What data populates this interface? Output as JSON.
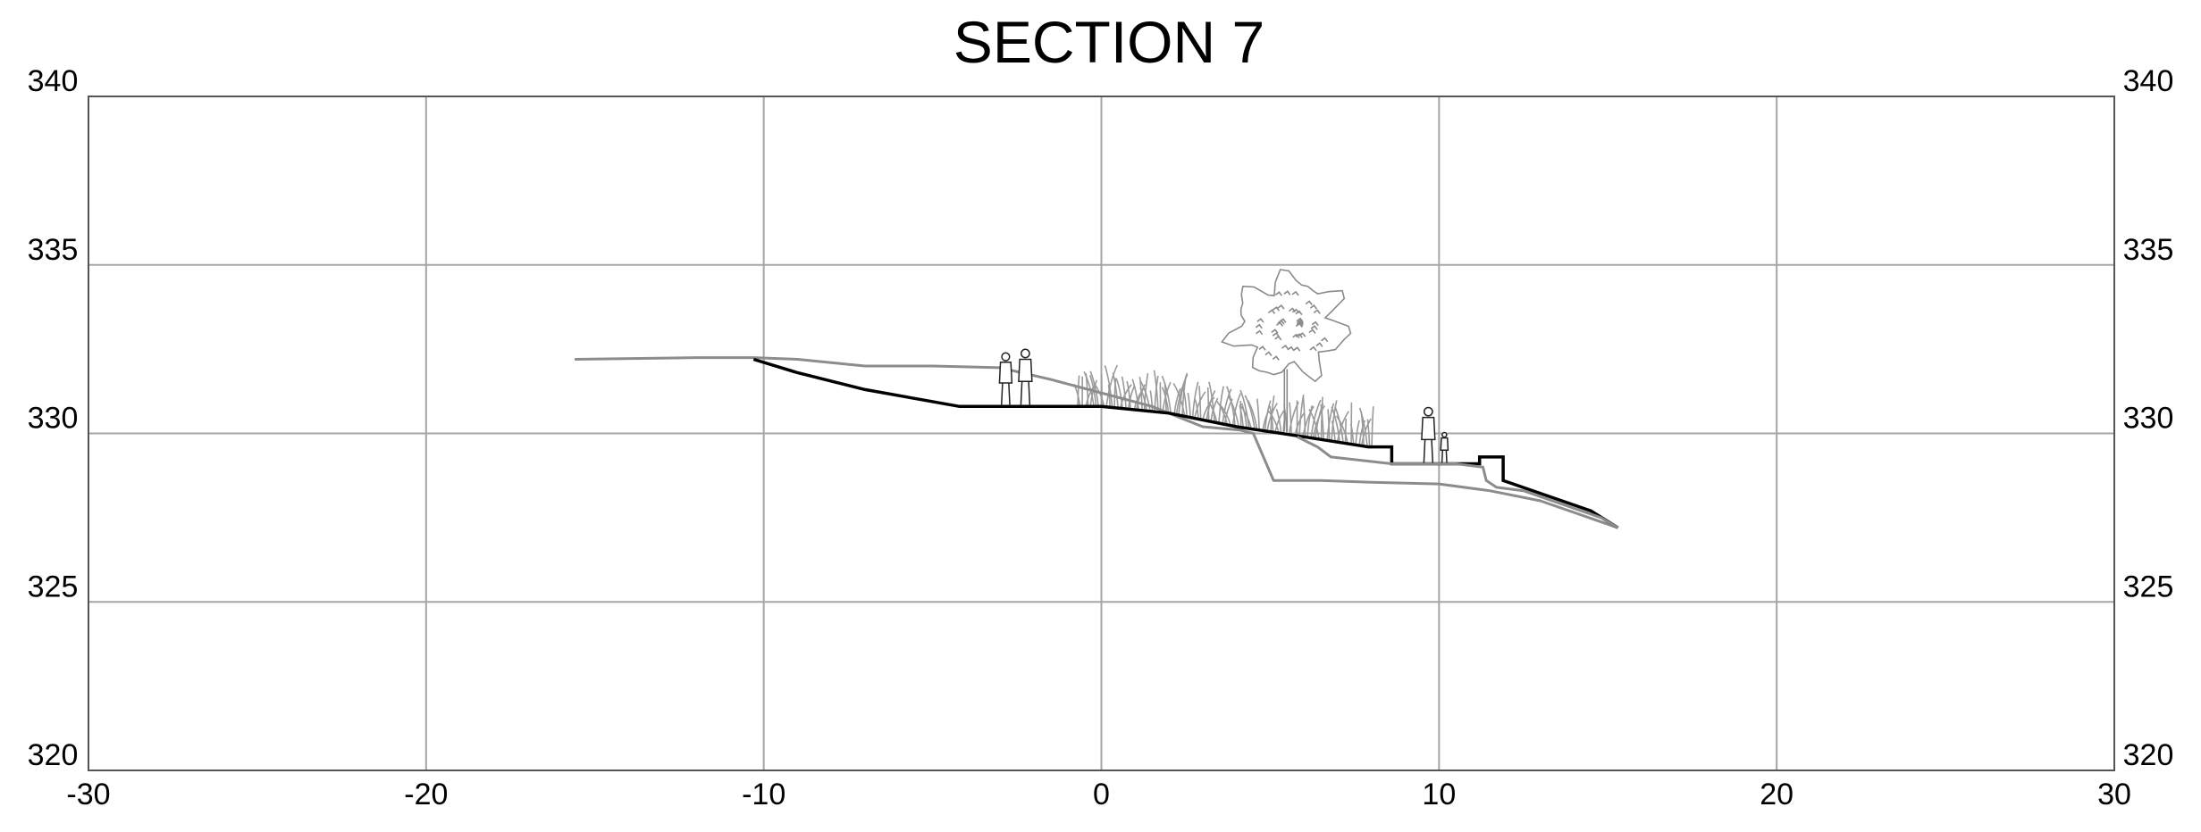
{
  "chart_data": {
    "type": "line",
    "title": "SECTION 7",
    "xlim": [
      -30,
      30
    ],
    "ylim": [
      320,
      340
    ],
    "x_ticks": [
      -30,
      -20,
      -10,
      0,
      10,
      20,
      30
    ],
    "y_ticks": [
      340,
      335,
      330,
      325,
      320
    ],
    "x_tick_labels": [
      "-30",
      "-20",
      "-10",
      "0",
      "10",
      "20",
      "30"
    ],
    "y_tick_labels": [
      "340",
      "335",
      "330",
      "325",
      "320"
    ],
    "grid": true,
    "y_labels_both_sides": true,
    "series": [
      {
        "role": "existing ground",
        "color": "#8c8c8c",
        "x": [
          -15.6,
          -12,
          -10.3,
          -9,
          -7,
          -5,
          -3,
          -1.5,
          0,
          1.5,
          3,
          4.1,
          4.5,
          5.1,
          6.5,
          8,
          10,
          11.5,
          13,
          15.3
        ],
        "y": [
          332.2,
          332.25,
          332.25,
          332.2,
          332.0,
          332.0,
          331.95,
          331.6,
          331.2,
          330.8,
          330.2,
          330.1,
          330.0,
          328.6,
          328.6,
          328.55,
          328.5,
          328.3,
          328.0,
          327.2
        ]
      },
      {
        "role": "proposed ground",
        "color": "#000000",
        "x": [
          -10.3,
          -9,
          -7,
          -4.2,
          0,
          2,
          4,
          6,
          7.9,
          8.6,
          8.6,
          11.2,
          11.2,
          11.9,
          11.9,
          14.5,
          15.3
        ],
        "y": [
          332.2,
          331.8,
          331.3,
          330.8,
          330.8,
          330.6,
          330.2,
          329.9,
          329.6,
          329.6,
          329.1,
          329.1,
          329.3,
          329.3,
          328.6,
          327.7,
          327.2
        ]
      },
      {
        "role": "secondary existing line",
        "color": "#8c8c8c",
        "x": [
          5.8,
          6.4,
          6.8,
          8.6,
          10.5,
          11.3,
          11.4,
          11.7,
          12.5,
          14.8,
          15.3
        ],
        "y": [
          329.9,
          329.6,
          329.3,
          329.1,
          329.1,
          329.0,
          328.6,
          328.4,
          328.3,
          327.5,
          327.2
        ]
      }
    ],
    "annotations": [
      {
        "type": "people-walking",
        "x": -2.2,
        "y": 330.8
      },
      {
        "type": "shrub-grass",
        "x_range": [
          -0.7,
          8.0
        ],
        "y": 330.4
      },
      {
        "type": "tree",
        "x": 5.5,
        "y": 330.0
      },
      {
        "type": "people-standing",
        "x": 10.0,
        "y": 329.1
      }
    ]
  }
}
